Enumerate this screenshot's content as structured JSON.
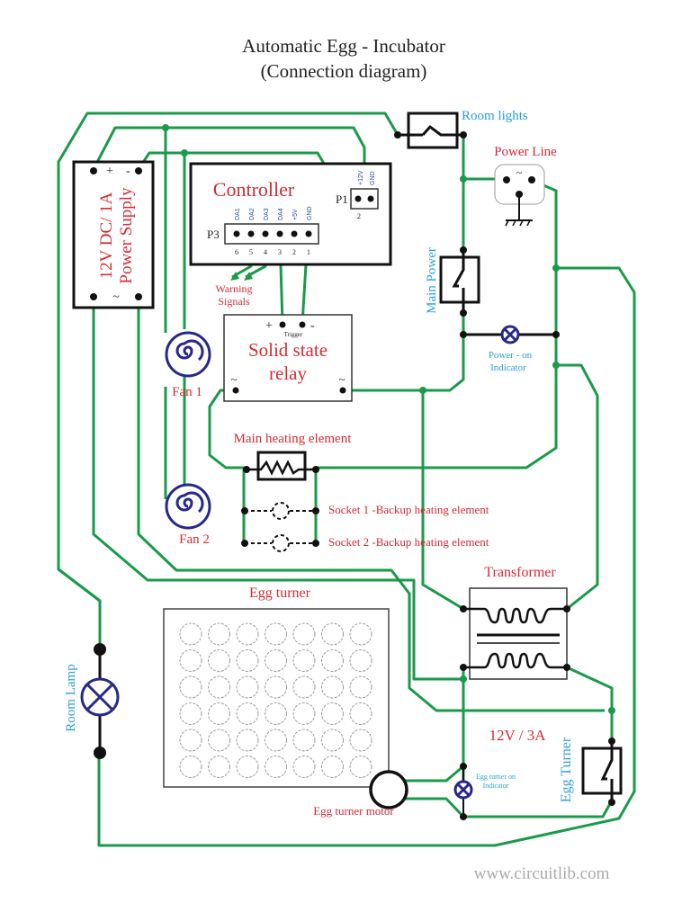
{
  "title": {
    "line1": "Automatic Egg - Incubator",
    "line2": "(Connection diagram)"
  },
  "components": {
    "power_supply": {
      "line1": "12V DC/ 1A",
      "line2": "Power Supply",
      "plus": "+",
      "minus": "-",
      "ac": "~"
    },
    "controller": {
      "label": "Controller",
      "p1": {
        "label": "P1",
        "pins": [
          "+12V",
          "GND"
        ],
        "pin_number": "2"
      },
      "p3": {
        "label": "P3",
        "pins": [
          "DA1",
          "DA2",
          "DA3",
          "DA4",
          "+5V",
          "GND"
        ],
        "numbers": [
          "6",
          "5",
          "4",
          "3",
          "2",
          "1"
        ]
      }
    },
    "warning_signals": {
      "line1": "Warning",
      "line2": "Signals"
    },
    "ssr": {
      "line1": "Solid state",
      "line2": "relay",
      "plus": "+",
      "minus": "-",
      "trigger": "Trigger",
      "ac_left": "~",
      "ac_right": "~"
    },
    "fan1": "Fan 1",
    "fan2": "Fan 2",
    "room_lights": "Room lights",
    "power_line": {
      "label": "Power Line",
      "symbol": "~"
    },
    "main_power": "Main Power",
    "power_on_indicator": {
      "line1": "Power - on",
      "line2": "Indicator"
    },
    "main_heating": "Main heating element",
    "socket1": "Socket 1 -Backup heating element",
    "socket2": "Socket 2 -Backup heating element",
    "transformer": "Transformer",
    "egg_turner": {
      "label": "Egg turner",
      "rows": 6,
      "cols": 7
    },
    "room_lamp": "Room Lamp",
    "rating": "12V / 3A",
    "egg_turner_switch": "Egg Turner",
    "egg_turner_indicator": {
      "line1": "Egg turner on",
      "line2": "Indicator"
    },
    "egg_turner_motor": "Egg turner motor"
  },
  "watermark": "www.circuitlib.com",
  "colors": {
    "wire": "#1a9a4a",
    "label_red": "#d42b35",
    "label_blue": "#2aa0d8",
    "lamp": "#28288a"
  }
}
